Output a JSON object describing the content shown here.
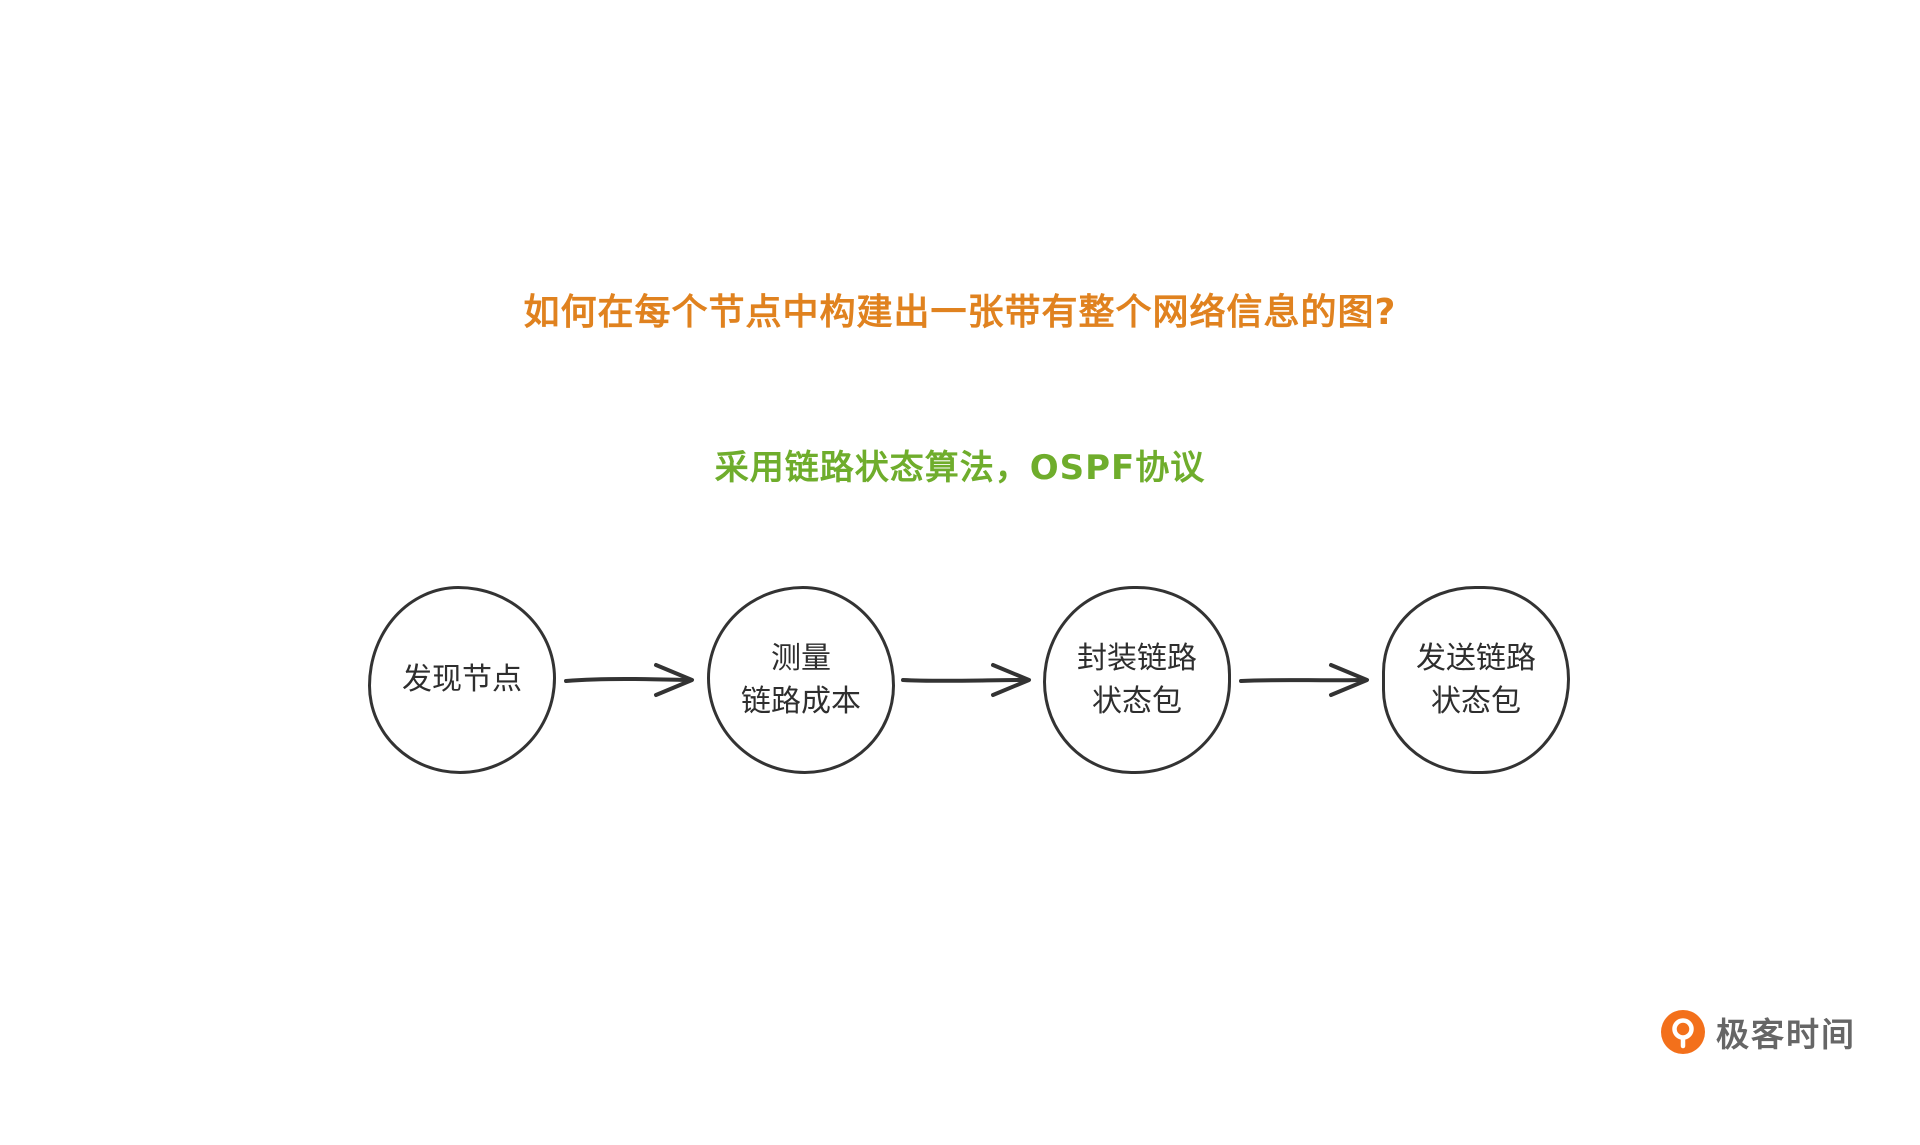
{
  "page": {
    "background": "#ffffff"
  },
  "title": {
    "text": "如何在每个节点中构建出一张带有整个网络信息的图?",
    "color": "#E0821F"
  },
  "subtitle": {
    "text": "采用链路状态算法，OSPF协议",
    "color": "#6FAD2C"
  },
  "flow": {
    "stroke_color": "#333333",
    "nodes": [
      {
        "label": "发现节点"
      },
      {
        "label": "测量\n链路成本"
      },
      {
        "label": "封装链路\n状态包"
      },
      {
        "label": "发送链路\n状态包"
      }
    ],
    "arrow_count": 3
  },
  "logo": {
    "text": "极客时间",
    "icon_color": "#F3701B"
  }
}
